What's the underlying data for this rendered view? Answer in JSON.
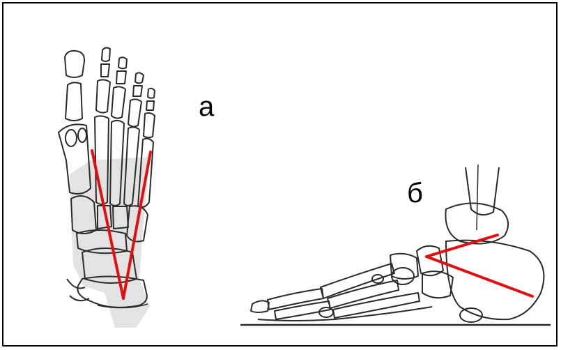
{
  "panels": [
    {
      "id": "top-view",
      "label": "а"
    },
    {
      "id": "side-view",
      "label": "б"
    }
  ],
  "colors": {
    "bone_outline": "#2a2a2a",
    "angle_lines": "#e01010",
    "frame": "#000000",
    "shadow": "#bdbdbd"
  }
}
